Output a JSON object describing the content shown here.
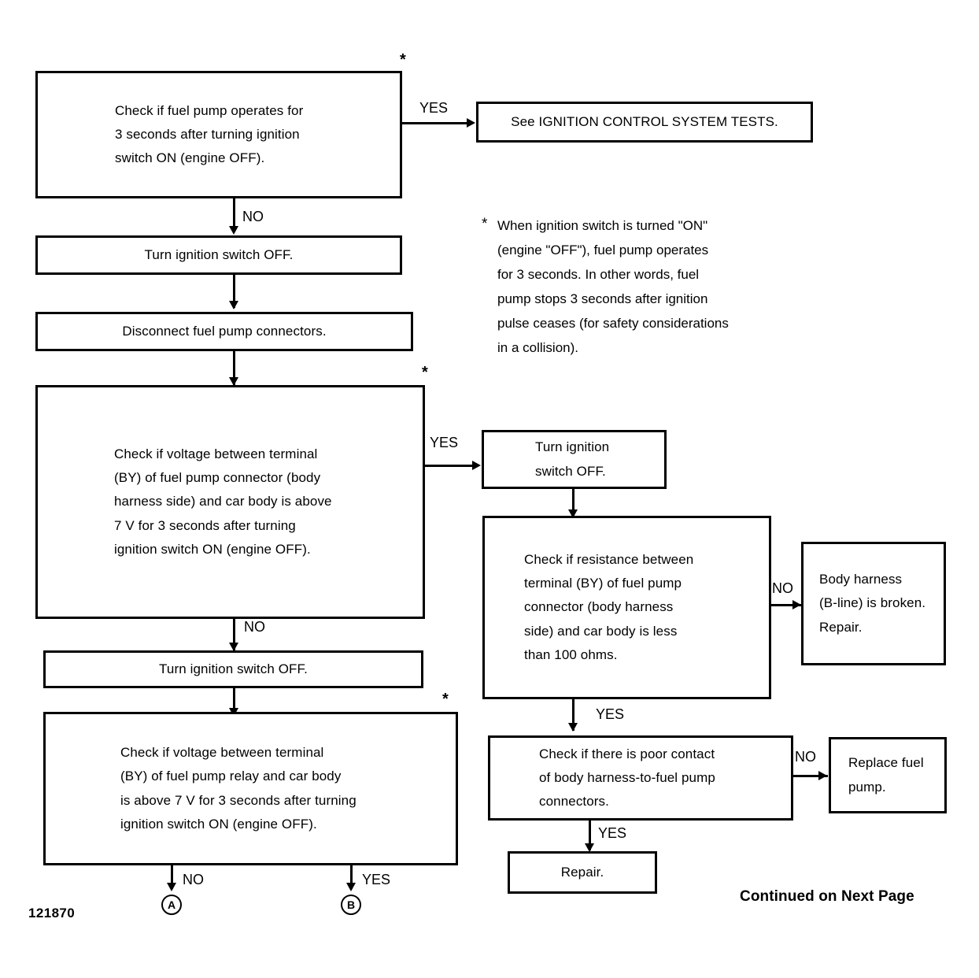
{
  "figure": {
    "number": "121870",
    "continued_label": "Continued on Next Page"
  },
  "footnote": {
    "marker": "*",
    "text": "When ignition switch is turned \"ON\"\n(engine \"OFF\"), fuel pump operates\nfor 3 seconds. In other words, fuel\npump stops 3 seconds after ignition\npulse ceases (for safety considerations\nin a collision)."
  },
  "nodes": {
    "check_pump_operates": {
      "text": "Check if fuel pump operates for\n3 seconds after turning ignition\nswitch ON (engine OFF).",
      "asterisk": "*"
    },
    "see_ignition_tests": {
      "text": "See IGNITION CONTROL SYSTEM TESTS."
    },
    "turn_off_1": {
      "text": "Turn ignition switch OFF."
    },
    "disconnect_connectors": {
      "text": "Disconnect fuel pump connectors."
    },
    "check_voltage_connector": {
      "text": "Check if voltage between terminal\n(BY) of fuel pump connector (body\nharness side) and car body is above\n7 V for 3 seconds after turning\nignition switch ON (engine OFF).",
      "asterisk": "*"
    },
    "turn_off_2": {
      "text": "Turn ignition\nswitch OFF."
    },
    "check_resistance": {
      "text": "Check if resistance between\nterminal (BY) of fuel pump\nconnector (body harness\nside) and car body is less\nthan 100 ohms."
    },
    "body_harness_broken": {
      "text": "Body harness\n(B-line) is broken.\nRepair."
    },
    "turn_off_3": {
      "text": "Turn ignition switch OFF."
    },
    "check_poor_contact": {
      "text": "Check if there is poor contact\nof body harness-to-fuel pump\nconnectors."
    },
    "replace_fuel_pump": {
      "text": "Replace fuel\npump."
    },
    "repair": {
      "text": "Repair."
    },
    "check_voltage_relay": {
      "text": "Check if voltage between terminal\n(BY) of fuel pump relay and car body\nis above 7 V for 3 seconds after turning\nignition switch ON (engine OFF).",
      "asterisk": "*"
    }
  },
  "edges": {
    "pump_operates_yes": "YES",
    "pump_operates_no": "NO",
    "voltage_connector_yes": "YES",
    "voltage_connector_no": "NO",
    "resistance_no": "NO",
    "resistance_yes": "YES",
    "poor_contact_no": "NO",
    "poor_contact_yes": "YES",
    "relay_no": "NO",
    "relay_yes": "YES"
  },
  "connectors": {
    "a": "A",
    "b": "B"
  }
}
